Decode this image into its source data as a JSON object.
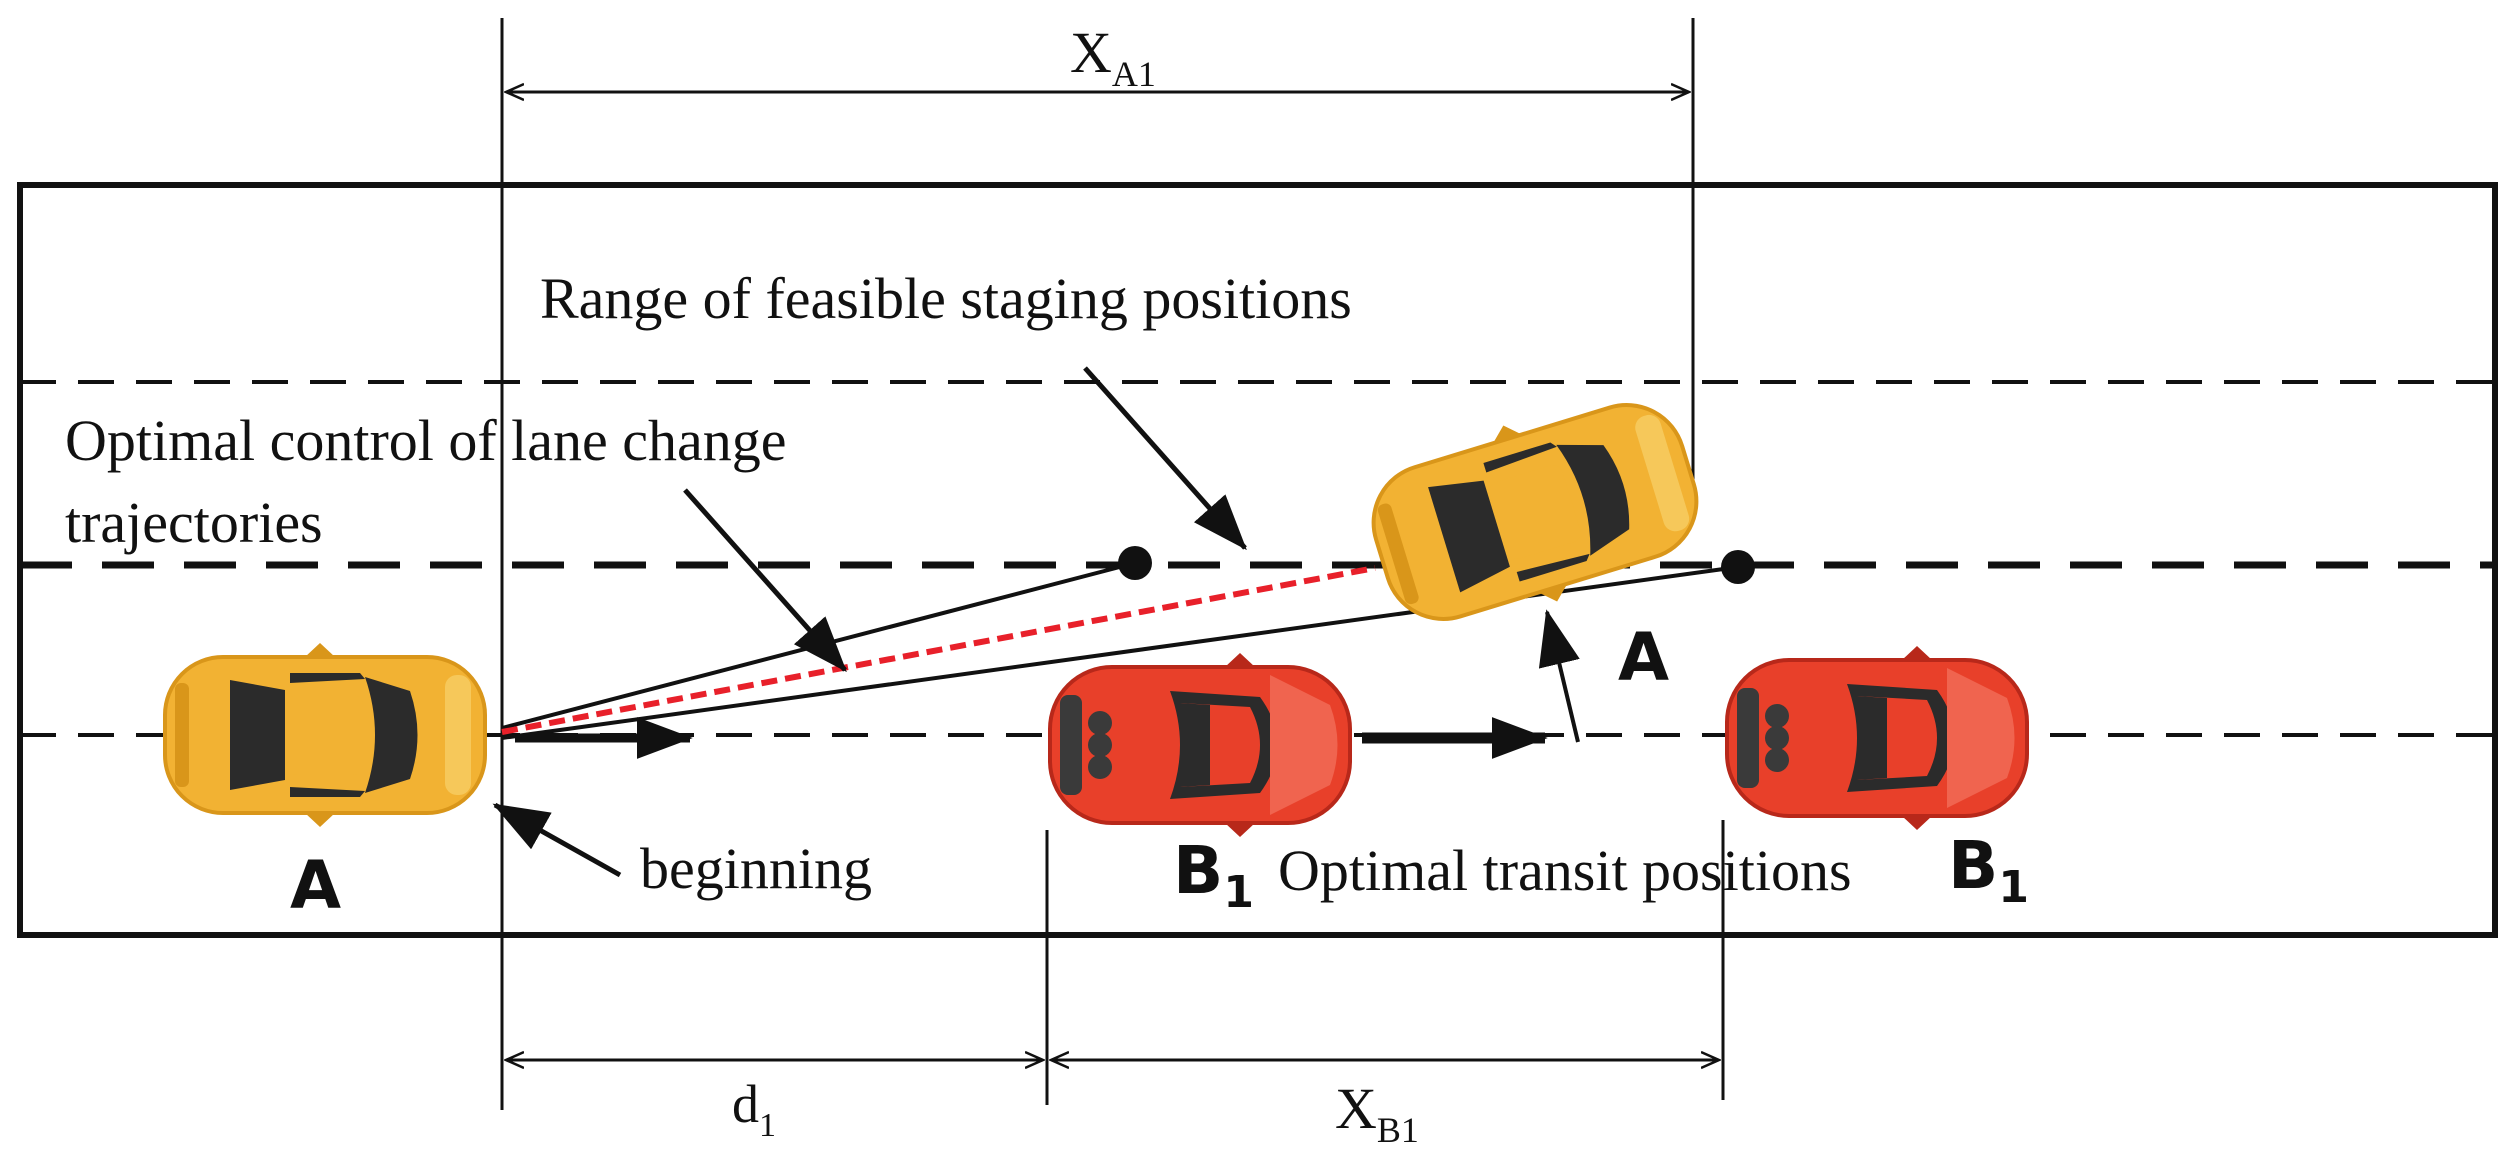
{
  "labels": {
    "x_a1": "X",
    "x_a1_sub": "A1",
    "x_b1": "X",
    "x_b1_sub": "B1",
    "d1": "d",
    "d1_sub": "1",
    "range_label": "Range of feasible staging positions",
    "optimal_control_line1": "Optimal control of lane change",
    "optimal_control_line2": "trajectories",
    "beginning": "beginning",
    "optimal_transit": "Optimal transit positions",
    "car_a_start": "A",
    "car_a_end": "A",
    "car_b1_first": "B",
    "car_b1_first_sub": "1",
    "car_b1_second": "B",
    "car_b1_second_sub": "1"
  },
  "colors": {
    "yellow_car": "#F2B233",
    "yellow_car_dark": "#D9961A",
    "red_car": "#E8402A",
    "red_car_dark": "#B8281A",
    "glass": "#2B2B2B",
    "optimal_trajectory": "#E8202A"
  },
  "icons": {
    "car_a": "yellow-car-icon",
    "car_b1": "red-car-icon"
  }
}
